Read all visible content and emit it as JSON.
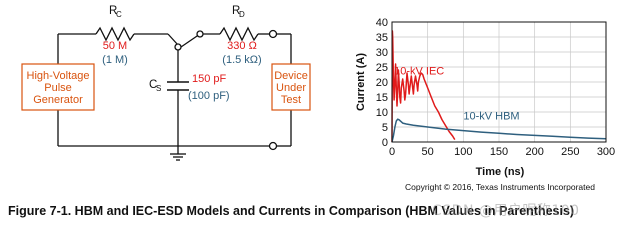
{
  "circuit": {
    "generator_label": [
      "High-Voltage",
      "Pulse",
      "Generator"
    ],
    "rc_label": "R",
    "rc_sub": "C",
    "rc_iec": "50 M",
    "rc_hbm": "(1 M)",
    "rd_label": "R",
    "rd_sub": "D",
    "rd_iec": "330 Ω",
    "rd_hbm": "(1.5 kΩ)",
    "cs_label": "C",
    "cs_sub": "S",
    "cs_iec": "150 pF",
    "cs_hbm": "(100 pF)",
    "dut_label": [
      "Device",
      "Under",
      "Test"
    ]
  },
  "colors": {
    "orange": "#d9540f",
    "red": "#e01b1b",
    "blue": "#2e5f7e",
    "black": "#111111"
  },
  "chart_data": {
    "type": "line",
    "xlabel": "Time (ns)",
    "ylabel": "Current (A)",
    "xlim": [
      0,
      300
    ],
    "ylim": [
      0,
      40
    ],
    "xticks": [
      0,
      50,
      100,
      150,
      200,
      250,
      300
    ],
    "yticks": [
      0,
      5,
      10,
      15,
      20,
      25,
      30,
      35,
      40
    ],
    "grid": true,
    "series": [
      {
        "name": "10-kV IEC",
        "color": "#e01b1b",
        "x": [
          0,
          0.5,
          1,
          2,
          3,
          4,
          5,
          6,
          7,
          8,
          9,
          10,
          11,
          12,
          13,
          15,
          17,
          18,
          19,
          21,
          23,
          24,
          25,
          27,
          29,
          30,
          31,
          33,
          35,
          36,
          37,
          39,
          41,
          43,
          45,
          50,
          55,
          60,
          65,
          70,
          75,
          80,
          85,
          88
        ],
        "y": [
          0,
          37,
          35,
          22,
          14,
          20,
          26,
          18,
          12,
          17,
          24,
          20,
          15,
          13,
          18,
          21,
          17,
          14,
          16,
          23,
          19,
          16,
          18,
          22,
          18,
          16,
          19,
          22,
          19,
          17,
          20,
          22,
          23,
          22.5,
          21,
          18,
          15,
          12,
          10,
          7.5,
          5.5,
          3.5,
          2,
          0.8
        ]
      },
      {
        "name": "10-kV HBM",
        "color": "#2e5f7e",
        "x": [
          0,
          2,
          4,
          6,
          8,
          10,
          15,
          20,
          30,
          50,
          75,
          100,
          125,
          150,
          175,
          200,
          225,
          250,
          275,
          300
        ],
        "y": [
          0,
          2,
          5,
          7,
          7.6,
          7.4,
          6.3,
          6.0,
          5.6,
          5.0,
          4.3,
          3.8,
          3.3,
          2.9,
          2.5,
          2.2,
          1.9,
          1.6,
          1.3,
          1.1
        ]
      }
    ]
  },
  "copyright": "Copyright © 2016, Texas Instruments Incorporated",
  "caption": "Figure 7-1. HBM and IEC-ESD Models and Currents in Comparison (HBM Values in Parenthesis)",
  "watermark": "CSDN @用户昵称100"
}
